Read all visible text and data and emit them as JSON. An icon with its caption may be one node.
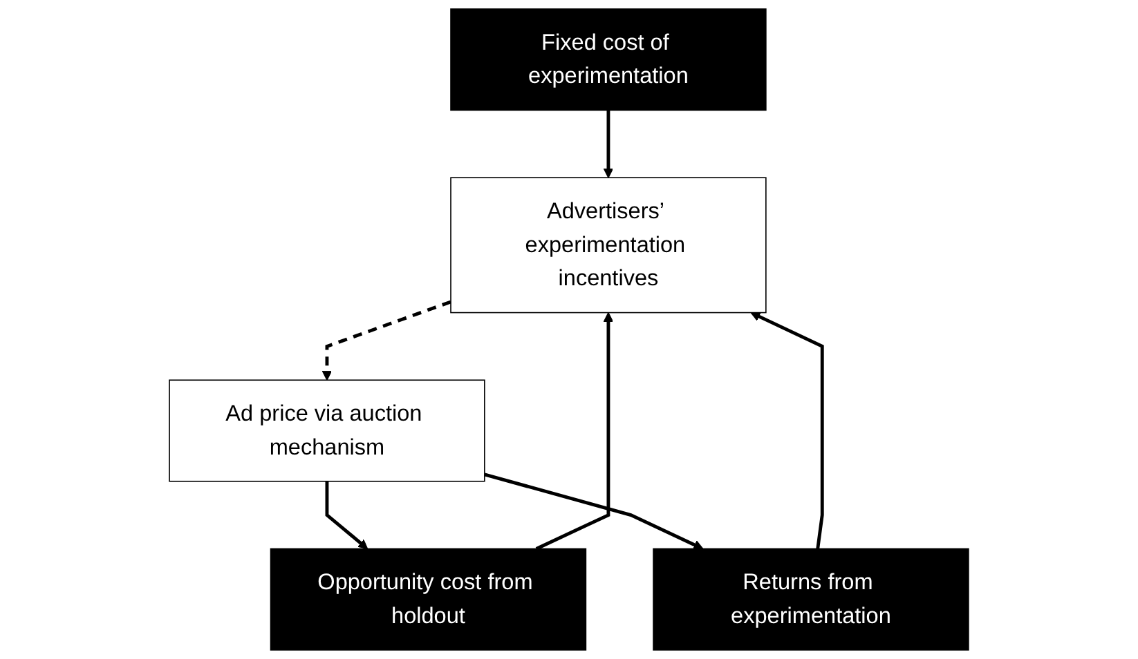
{
  "diagram": {
    "nodes": [
      {
        "text": [
          "Fixed cost of experimentation"
        ]
      },
      {
        "text": [
          "Opportunity cost from holdout"
        ]
      },
      {
        "text": [
          "Advertisers’ experimentation incentives"
        ]
      },
      {
        "text": [
          "Returns from experimentation"
        ]
      },
      {
        "text": [
          "Ad price via auction mechanism"
        ]
      }
    ],
    "edges": [
      {
        "from": 0,
        "to": 2,
        "arrow": "to"
      },
      {
        "from": 1,
        "to": 2,
        "arrow": "to"
      },
      {
        "from": 3,
        "to": 2,
        "arrow": "to"
      },
      {
        "from": 2,
        "to": 4,
        "arrow": "to",
        "style": "dashed"
      },
      {
        "from": 4,
        "to": 1,
        "arrow": "to"
      },
      {
        "from": 4,
        "to": 3,
        "arrow": "to"
      }
    ]
  }
}
